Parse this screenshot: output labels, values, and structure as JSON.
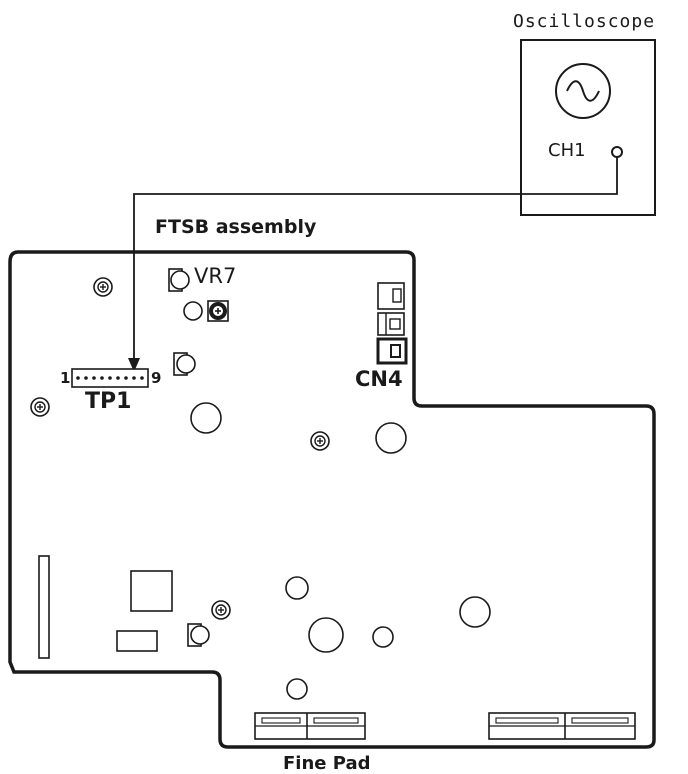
{
  "oscilloscope": {
    "title": "Oscilloscope",
    "channel": "CH1"
  },
  "board": {
    "title": "FTSB assembly"
  },
  "parts": {
    "vr": "VR7",
    "cn": "CN4",
    "tp": "TP1",
    "tp_pin_first": "1",
    "tp_pin_last": "9"
  },
  "footer": {
    "caption": "Fine Pad"
  },
  "colors": {
    "ink": "#1a1a1a",
    "paper": "#ffffff"
  },
  "icons": {
    "sine": "sine-wave-icon",
    "probe": "probe-jack-icon",
    "screw": "screw-icon"
  }
}
